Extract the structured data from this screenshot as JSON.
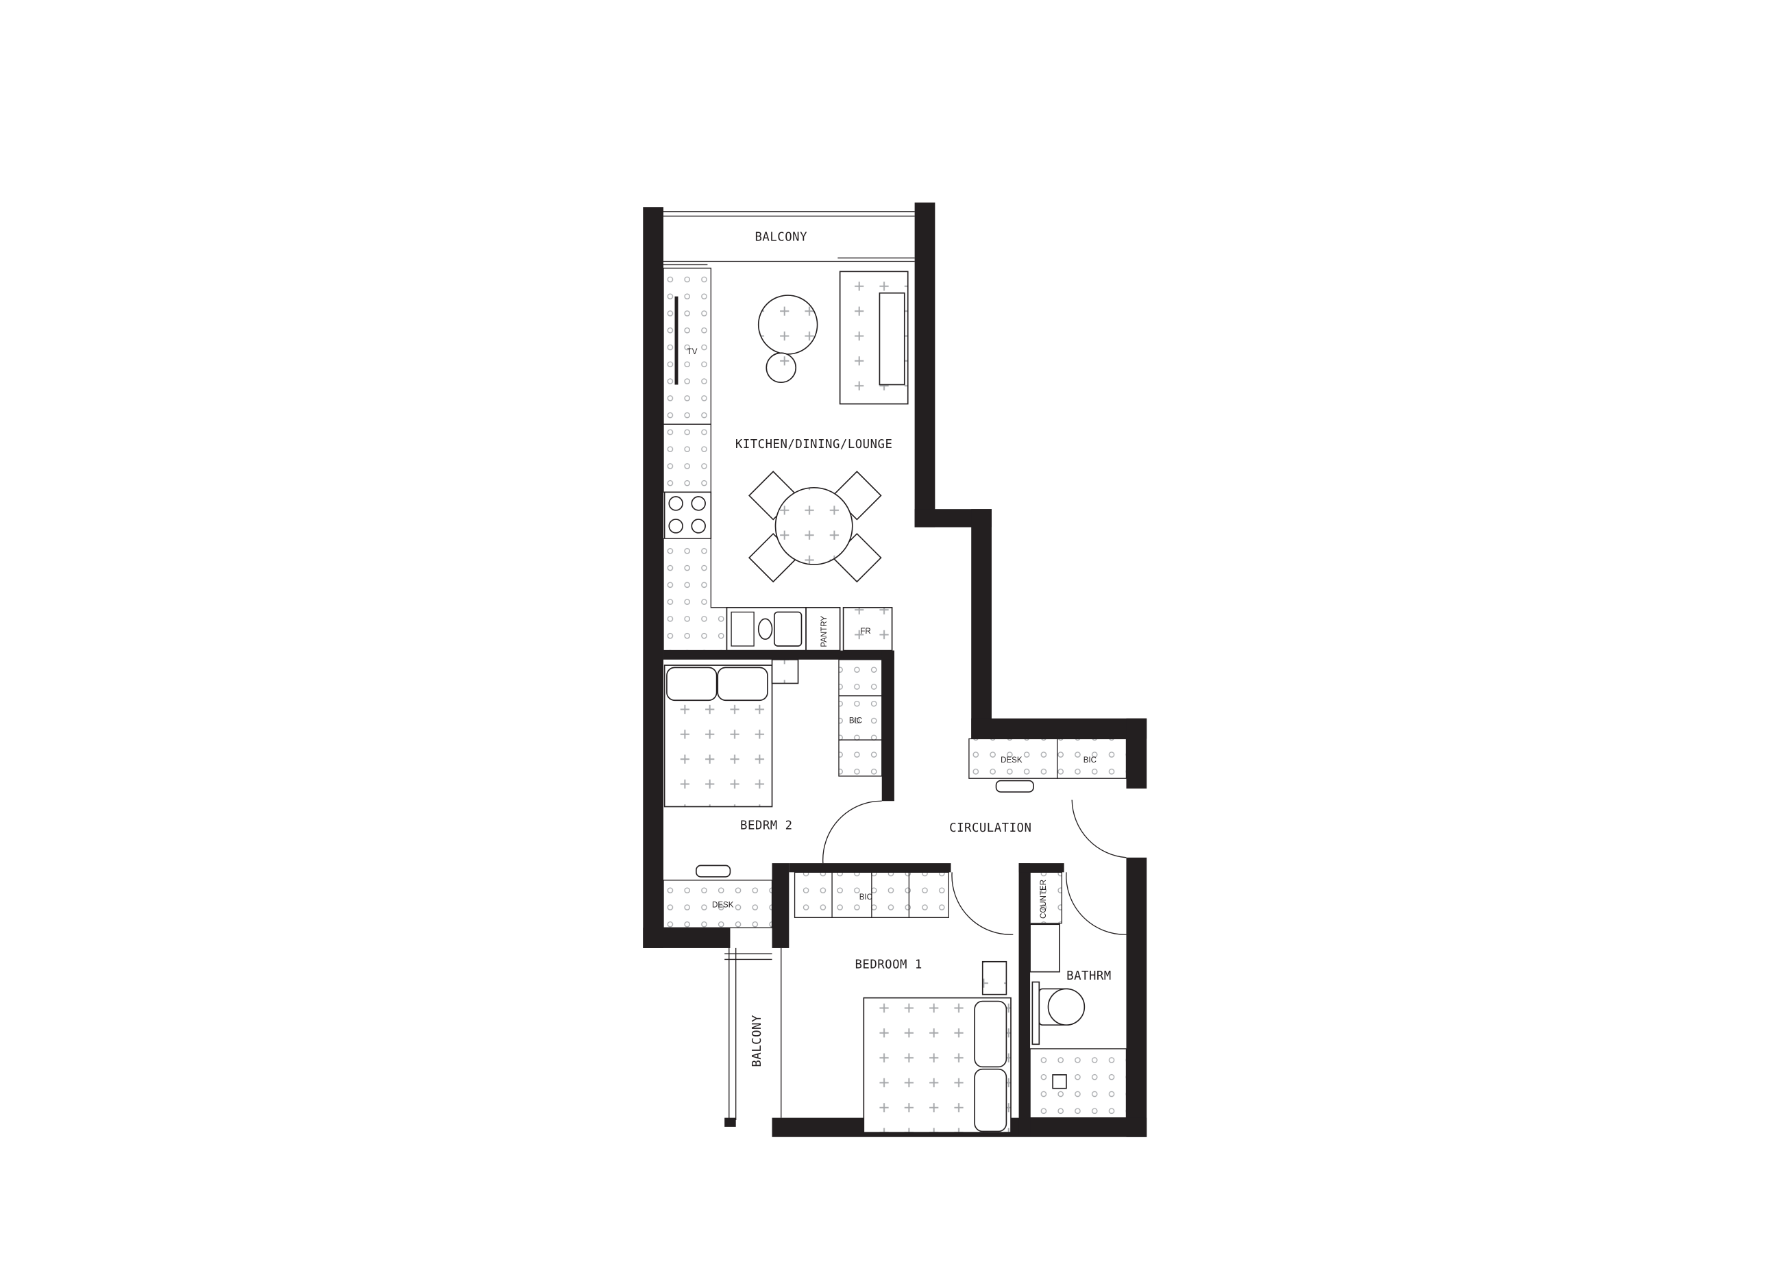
{
  "plan": {
    "rooms": {
      "balcony_top": "BALCONY",
      "living": "KITCHEN/DINING/LOUNGE",
      "bedroom2": "BEDRM 2",
      "circulation": "CIRCULATION",
      "bedroom1": "BEDROOM 1",
      "bathroom": "BATHRM",
      "balcony_bottom": "BALCONY"
    },
    "fixtures": {
      "tv": "TV",
      "pantry": "PANTRY",
      "fridge": "FR",
      "bic_bed2": "BIC",
      "desk_circ": "DESK",
      "bic_circ": "BIC",
      "desk_bed2": "DESK",
      "bic_bed1": "BIC",
      "counter": "COUNTER"
    },
    "colors": {
      "wall": "#231f20",
      "pattern": "#a7a9ac"
    }
  }
}
